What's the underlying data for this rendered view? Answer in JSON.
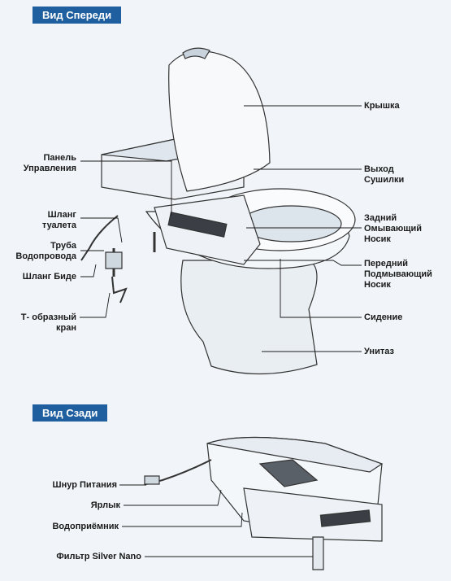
{
  "front": {
    "title": "Вид Спереди",
    "labels": {
      "lid": "Крышка",
      "panel": "Панель\nУправления",
      "dryer": "Выход\nСушилки",
      "toilet_hose": "Шланг\nтуалета",
      "rear_nozzle": "Задний\nОмывающий\nНосик",
      "water_pipe": "Труба\nВодопровода",
      "front_nozzle": "Передний\nПодмывающий\nНосик",
      "bidet_hose": "Шланг Биде",
      "seat": "Сидение",
      "t_valve": "Т- образный\nкран",
      "bowl": "Унитаз"
    }
  },
  "back": {
    "title": "Вид Сзади",
    "labels": {
      "power_cord": "Шнур Питания",
      "tag": "Ярлык",
      "water_inlet": "Водоприёмник",
      "filter": "Фильтр Silver Nano"
    }
  },
  "colors": {
    "badge": "#1f5f9f",
    "background": "#f1f5f9",
    "line": "#1a1a1a",
    "ceramic": "#ffffff",
    "shade": "#c9d3dd"
  }
}
